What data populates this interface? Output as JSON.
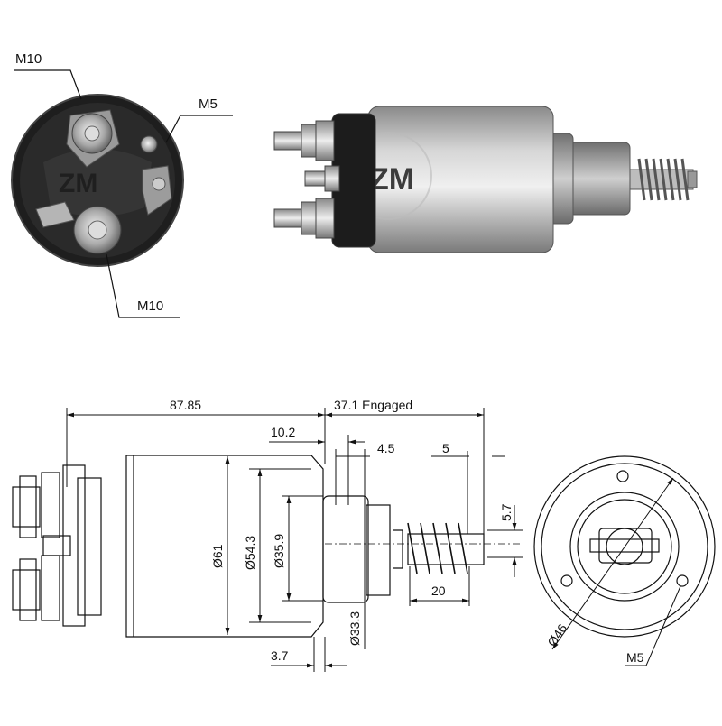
{
  "front_view": {
    "labels": {
      "top_terminal": "M10",
      "bottom_terminal": "M10",
      "small_terminal": "M5"
    }
  },
  "photo": {
    "logo_text": "ZM"
  },
  "drawing": {
    "dims": {
      "overall_length": "87.85",
      "engaged_travel": "37.1 Engaged",
      "flange_offset": "10.2",
      "step_offset": "4.5",
      "spring_end": "5",
      "spring_dia": "5.7",
      "spring_length": "20",
      "body_dia": "Ø61",
      "inner_dia": "Ø54.3",
      "bore_dia": "Ø35.9",
      "nose_dia": "Ø33.3",
      "flange_width": "3.7",
      "bolt_circle": "Ø46",
      "mount_thread": "M5"
    }
  }
}
